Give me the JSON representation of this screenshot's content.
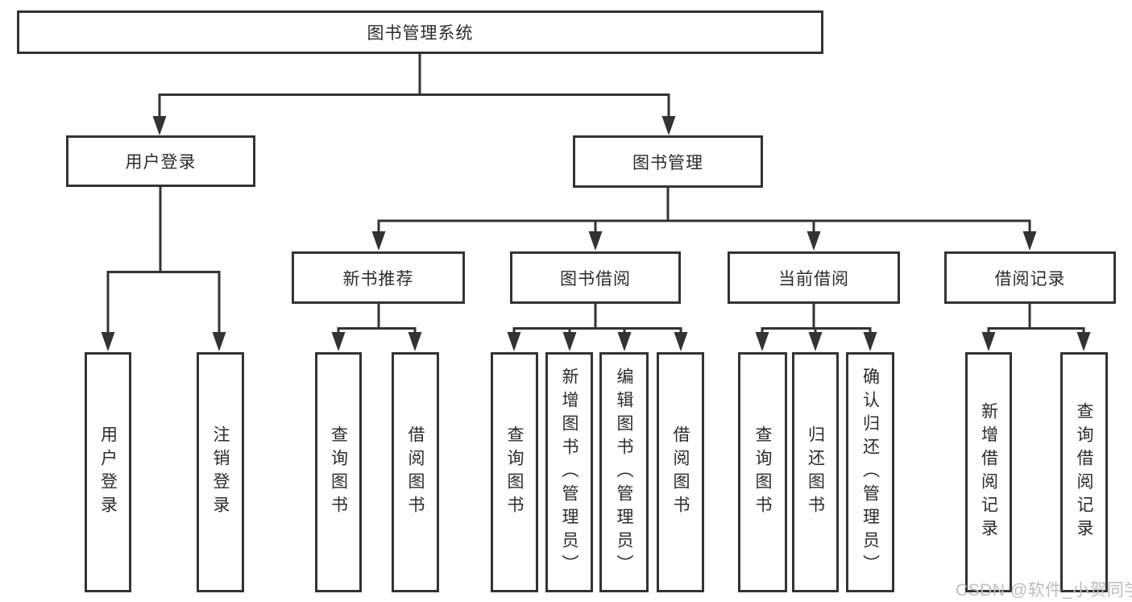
{
  "diagram": {
    "root": {
      "label": "图书管理系统",
      "children": [
        {
          "label": "用户登录",
          "children": [
            {
              "label": "用户登录"
            },
            {
              "label": "注销登录"
            }
          ]
        },
        {
          "label": "图书管理",
          "children": [
            {
              "label": "新书推荐",
              "children": [
                {
                  "label": "查询图书"
                },
                {
                  "label": "借阅图书"
                }
              ]
            },
            {
              "label": "图书借阅",
              "children": [
                {
                  "label": "查询图书"
                },
                {
                  "label": "新增图书（管理员）"
                },
                {
                  "label": "编辑图书（管理员）"
                },
                {
                  "label": "借阅图书"
                }
              ]
            },
            {
              "label": "当前借阅",
              "children": [
                {
                  "label": "查询图书"
                },
                {
                  "label": "归还图书"
                },
                {
                  "label": "确认归还（管理员）"
                }
              ]
            },
            {
              "label": "借阅记录",
              "children": [
                {
                  "label": "新增借阅记录"
                },
                {
                  "label": "查询借阅记录"
                }
              ]
            }
          ]
        }
      ]
    }
  },
  "watermark": {
    "text": "CSDN @软件_小贺同学"
  },
  "colors": {
    "line": "#333333",
    "text": "#2b2b2b",
    "box_fill": "#ffffff",
    "background": "#ffffff",
    "watermark": "#bdbdbd"
  }
}
